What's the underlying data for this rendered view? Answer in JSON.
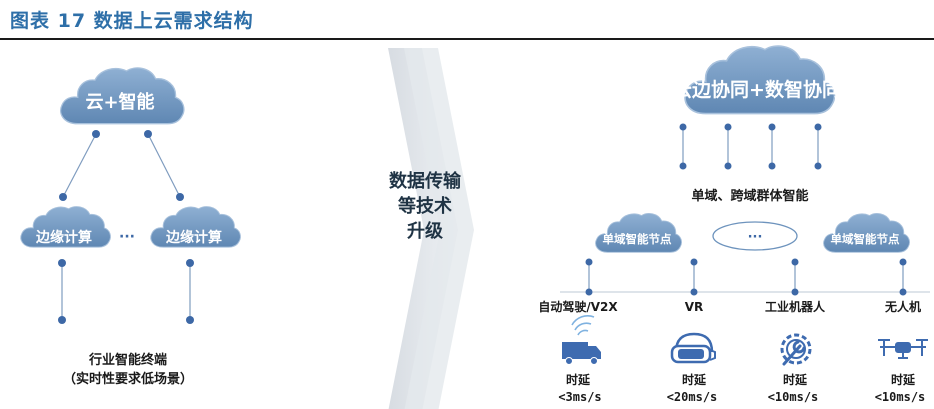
{
  "title": "图表 17 数据上云需求结构",
  "colors": {
    "cloud_fill": "#6d93bd",
    "cloud_edge": "#9cb8d6",
    "node": "#3d68a6",
    "line": "#7f9cbf",
    "icon": "#3e6bb0",
    "accent": "#2e6fa8"
  },
  "left": {
    "top_cloud": "云+智能",
    "edge_cloud_left": "边缘计算",
    "edge_cloud_right": "边缘计算",
    "ellipsis": "···",
    "bottom_line1": "行业智能终端",
    "bottom_line2": "（实时性要求低场景）"
  },
  "center": {
    "line1": "数据传输",
    "line2": "等技术",
    "line3": "升级"
  },
  "right": {
    "top_cloud": "云边协同+数智协同",
    "subtitle": "单域、跨域群体智能",
    "node_left": "单域智能节点",
    "node_right": "单域智能节点",
    "ellipsis": "···",
    "categories": [
      {
        "label": "自动驾驶/V2X",
        "icon": "truck-icon",
        "latency_label": "时延",
        "latency_value": "<3ms/s"
      },
      {
        "label": "VR",
        "icon": "vr-headset-icon",
        "latency_label": "时延",
        "latency_value": "<20ms/s"
      },
      {
        "label": "工业机器人",
        "icon": "wrench-gear-icon",
        "latency_label": "时延",
        "latency_value": "<10ms/s"
      },
      {
        "label": "无人机",
        "icon": "drone-icon",
        "latency_label": "时延",
        "latency_value": "<10ms/s"
      }
    ]
  }
}
